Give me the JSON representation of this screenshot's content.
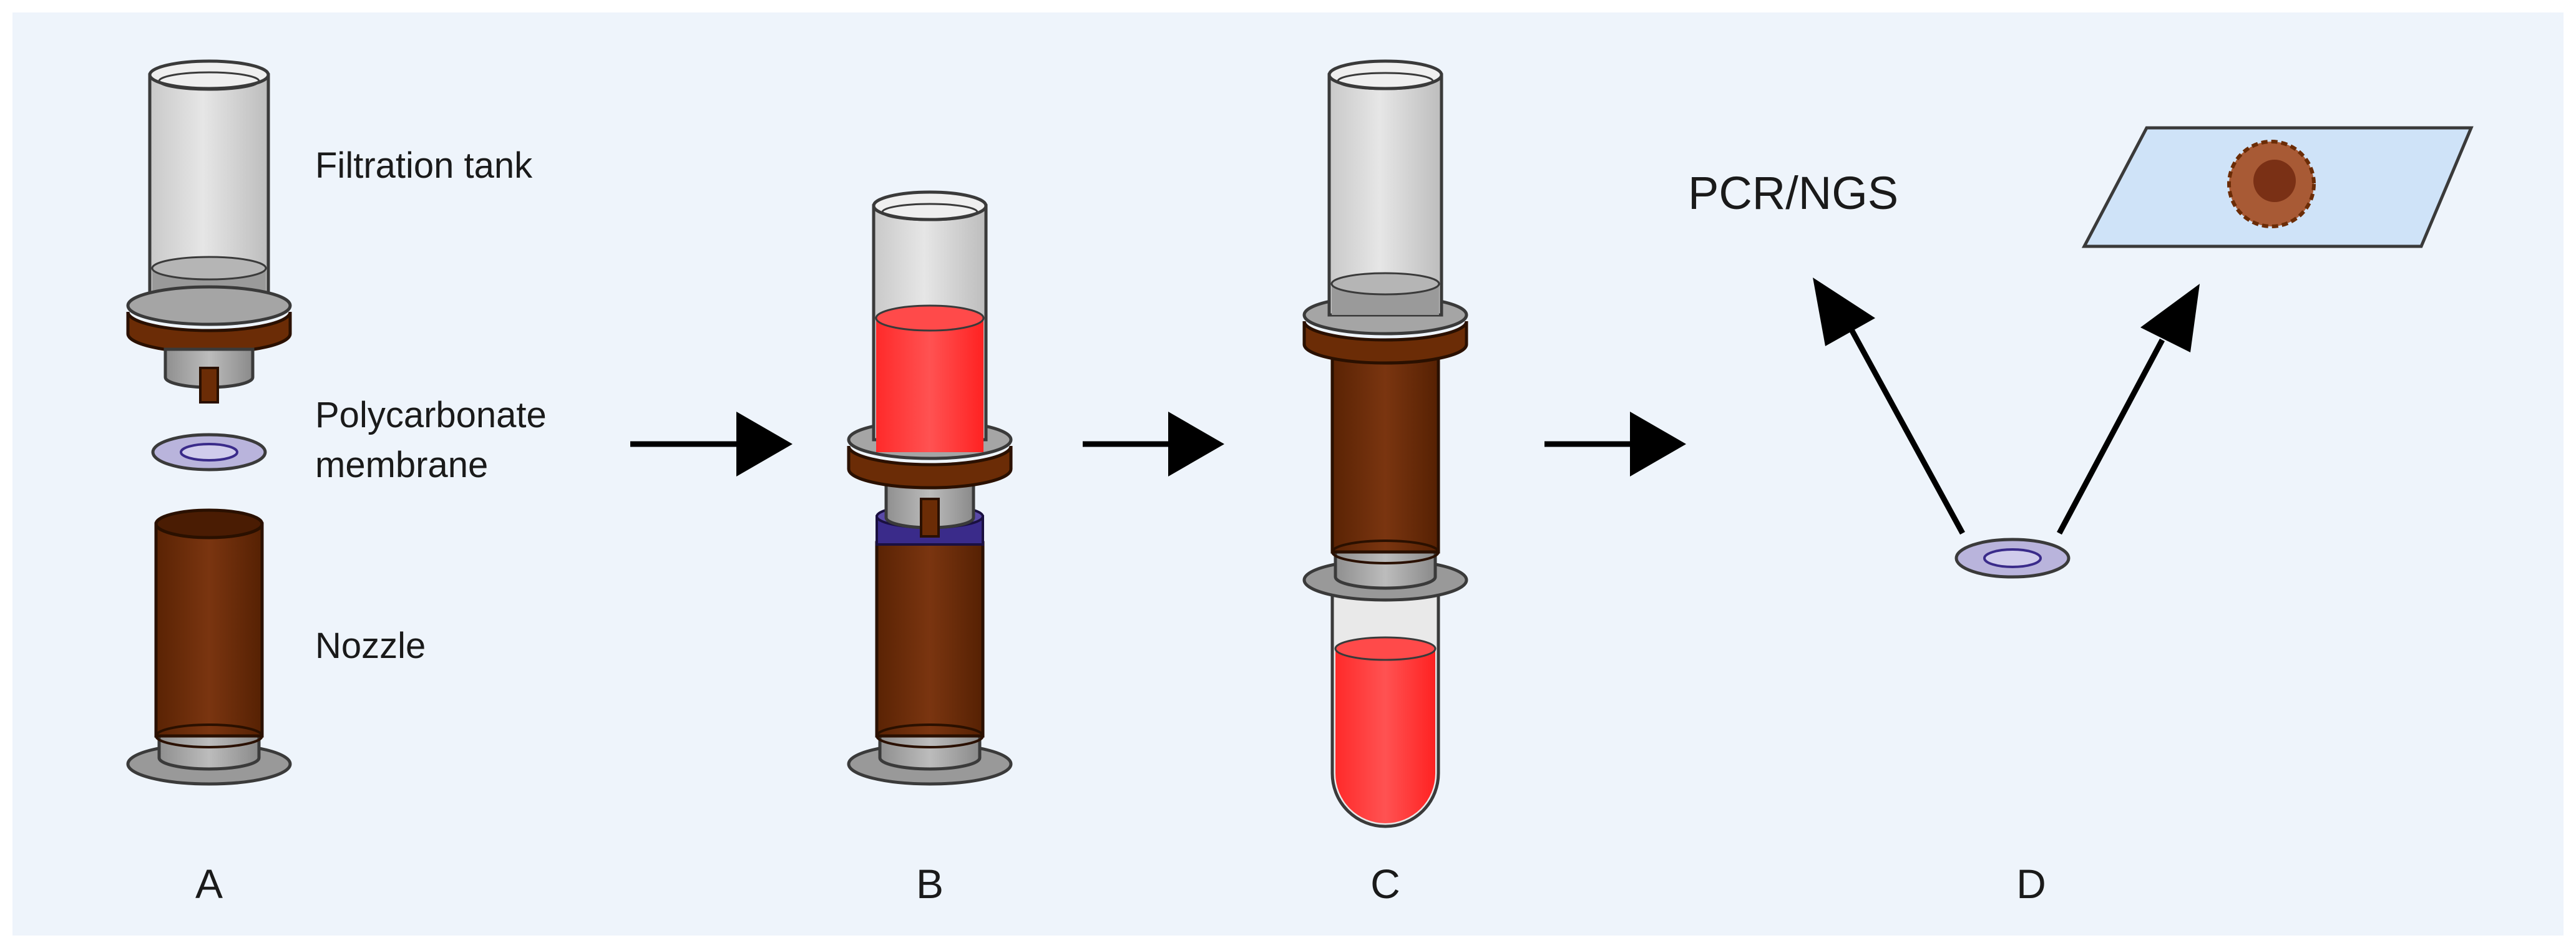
{
  "labels": {
    "filtration_tank": "Filtration tank",
    "membrane_line1": "Polycarbonate",
    "membrane_line2": "membrane",
    "nozzle": "Nozzle",
    "pcr_ngs": "PCR/NGS"
  },
  "steps": [
    "A",
    "B",
    "C",
    "D"
  ],
  "colors": {
    "background": "#eef4fb",
    "glass": "#dadada",
    "glass_edge": "#3a3a3a",
    "gray_part": "#a8a8a8",
    "flange_gray": "#999999",
    "brown": "#6b2c06",
    "brown_dark": "#4a1c03",
    "membrane": "#b9b4dc",
    "membrane_dark": "#3a2b8a",
    "sample_red": "#ff3a3a",
    "slide": "#cfe3f8",
    "cell_brown": "#a85a35",
    "arrow": "#000000"
  }
}
